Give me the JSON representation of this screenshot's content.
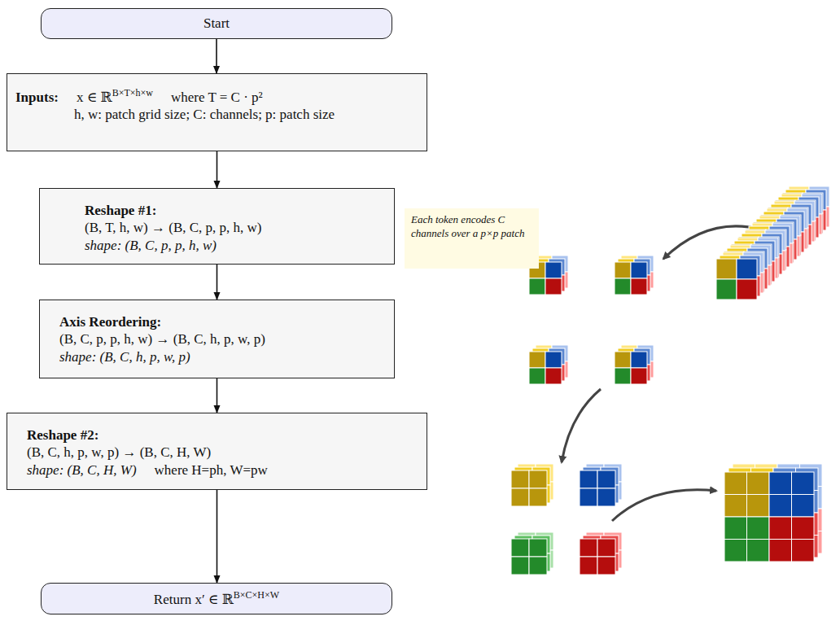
{
  "diagram": {
    "nodes": [
      {
        "text": [
          "Start"
        ]
      },
      {
        "text": [
          "Inputs:",
          "x ∈ ℝ",
          "B×T×h×w",
          "where T = C · p²",
          "h, w: patch grid size; C: channels; p: patch size"
        ]
      },
      {
        "text": [
          "Reshape #1:",
          "(B, T, h, w) → (B, C, p, p, h, w)",
          "shape: (B, C, p, p, h, w)"
        ]
      },
      {
        "text": [
          "Axis Reordering:",
          "(B, C, p, p, h, w) → (B, C, h, p, w, p)",
          "shape: (B, C, h, p, w, p)"
        ]
      },
      {
        "text": [
          "Reshape #2:",
          "(B, C, h, p, w, p) → (B, C, H, W)",
          "shape: (B, C, H, W)",
          "where H=ph,  W=pw"
        ]
      },
      {
        "text": [
          "Return x′ ∈ ℝ",
          "B×C×H×W"
        ]
      },
      {
        "text": [
          "Each token encodes C channels over a p×p patch"
        ]
      }
    ],
    "edges": [
      {
        "from": 0,
        "to": 1,
        "arrow": "to"
      },
      {
        "from": 1,
        "to": 2,
        "arrow": "to"
      },
      {
        "from": 2,
        "to": 3,
        "arrow": "to"
      },
      {
        "from": 3,
        "to": 4,
        "arrow": "to"
      },
      {
        "from": 4,
        "to": 5,
        "arrow": "to"
      }
    ]
  }
}
